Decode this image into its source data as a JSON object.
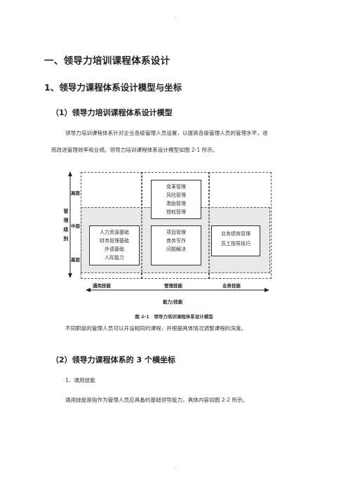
{
  "heading1": "一、领导力培训课程体系设计",
  "heading2": "1、领导力课程体系设计模型与坐标",
  "heading3a": "（1）领导力培训课程体系设计模型",
  "para1_line1": "领导力培训课程体系针对企业各级管理人员设置，以提高各级管理人员的管理水平，进",
  "para1_line2": "而改进管理效率和业绩。领导力培训课程体系设计模型如图 2-1 所示。",
  "diagram": {
    "vertical_title": [
      "管",
      "理",
      "级",
      "别"
    ],
    "levels": {
      "high": "高层",
      "mid": "中层",
      "base": "基层"
    },
    "top_box": [
      "变革管理",
      "风险管理",
      "激励管理",
      "授权管理"
    ],
    "left_box": [
      "人力资源基础",
      "财务管理基础",
      "外语基础",
      "人际能力"
    ],
    "center_box": [
      "项目管理",
      "商务写作",
      "问题解决"
    ],
    "right_box": [
      "业务绩效管理",
      "员工指导技巧"
    ],
    "columns": {
      "general": "通用技能",
      "management": "管理技能",
      "business": "业务技能"
    },
    "axis_title": "能力/技能"
  },
  "caption": "图 2-1　领导力培训课程体系设计模型",
  "para2": "不同职级的管理人员可以开设相同的课程，并根据具体情况调整课程的深度。",
  "heading3b": "（2）领导力课程体系的 3 个横坐标",
  "item1": "1．通用技能",
  "para3": "通用技能是指作为管理人员应具备的基础领导能力，具体内容如图 2-2 所示。"
}
